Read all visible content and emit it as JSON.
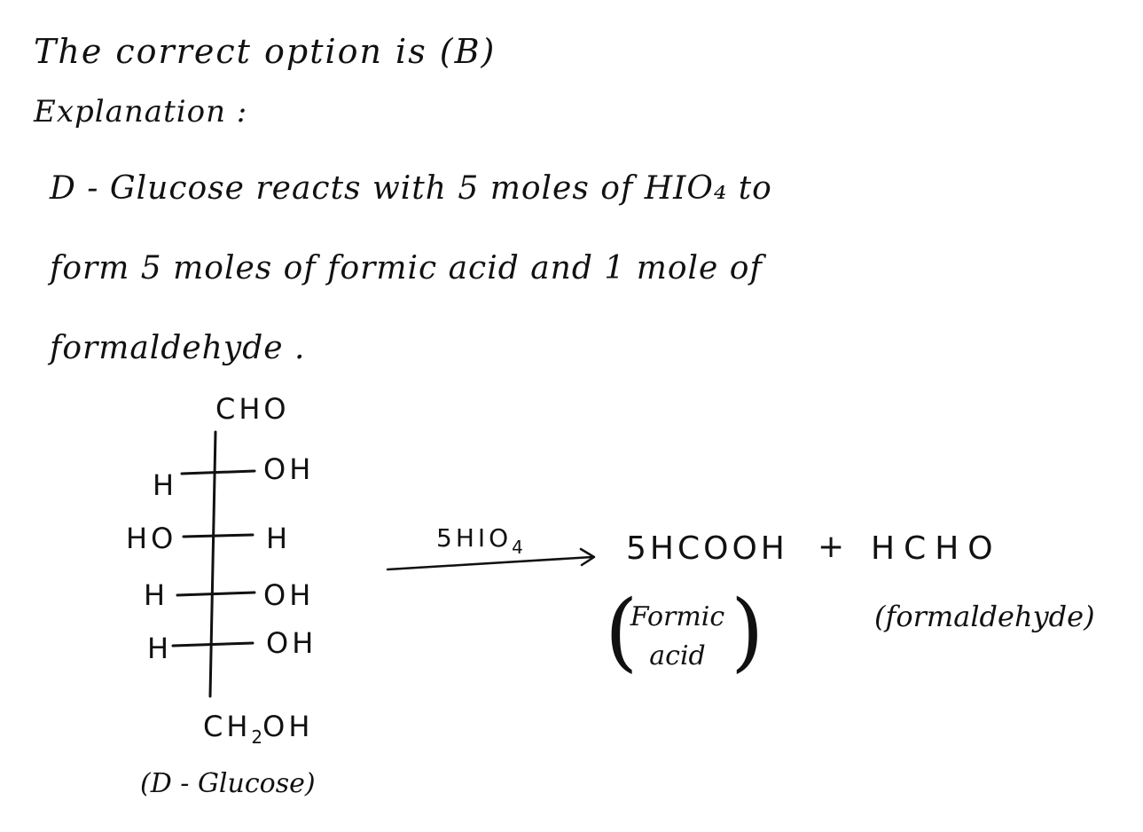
{
  "answer": {
    "text": "The  correct  option  is  (B)"
  },
  "explanation": {
    "heading": "Explanation :",
    "lines": [
      "D - Glucose  reacts   with  5 moles of  HIO₄  to",
      "form  5 moles  of  formic  acid  and  1 mole of",
      "formaldehyde ."
    ]
  },
  "glucose": {
    "top": "CHO",
    "rows": [
      {
        "left": "H",
        "right": "OH"
      },
      {
        "left": "HO",
        "right": "H"
      },
      {
        "left": "H",
        "right": "OH"
      },
      {
        "left": "H",
        "right": "OH"
      }
    ],
    "bottom_main": "CH",
    "bottom_sub": "2",
    "bottom_tail": "OH",
    "name": "(D - Glucose)"
  },
  "reaction": {
    "reagent_main": "5HIO",
    "reagent_sub": "4",
    "product1": "5HCOOH",
    "plus": "+",
    "product2": "HCHO",
    "product1_label_line1": "Formic",
    "product1_label_line2": "acid",
    "product2_label": "(formaldehyde)"
  }
}
